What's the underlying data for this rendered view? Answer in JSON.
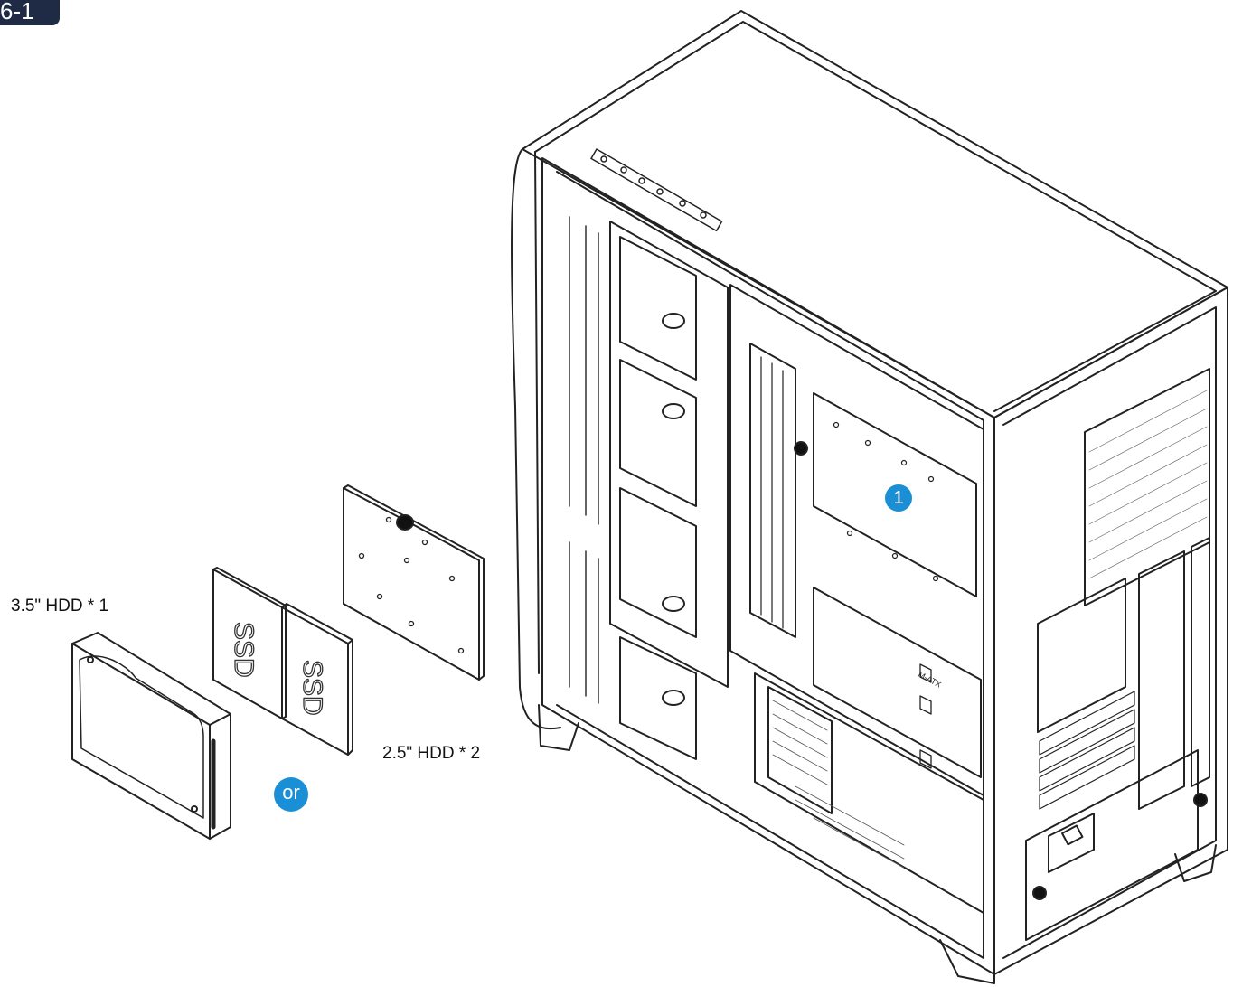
{
  "step": {
    "label": "6-1"
  },
  "labels": {
    "hdd35": "3.5\" HDD * 1",
    "hdd25": "2.5\" HDD * 2",
    "or": "or",
    "callout_1": "1",
    "ssd_text": "SSD"
  },
  "colors": {
    "badge_bg": "#1f2a44",
    "callout_blue": "#1a8fd6",
    "line": "#222222"
  },
  "icons": [
    "hdd-3.5-icon",
    "ssd-icon",
    "hdd-bracket-icon",
    "thumbscrew-icon",
    "pc-case-icon"
  ]
}
